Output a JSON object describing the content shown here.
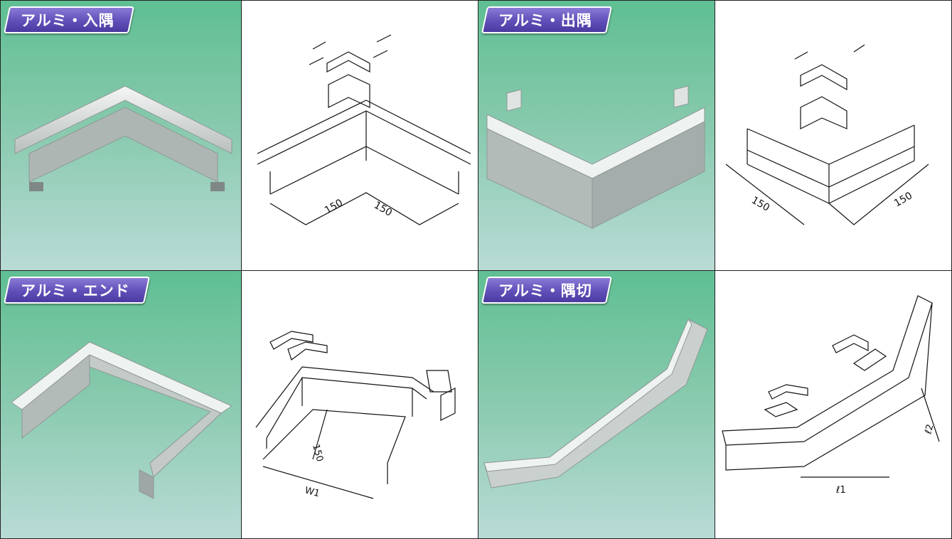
{
  "panels": [
    {
      "label": "アルミ・入隅"
    },
    {
      "label": "アルミ・出隅"
    },
    {
      "label": "アルミ・エンド"
    },
    {
      "label": "アルミ・隅切"
    }
  ],
  "drawings": {
    "inner_corner": {
      "dim_a": "150",
      "dim_b": "150"
    },
    "outer_corner": {
      "dim_a": "150",
      "dim_b": "150"
    },
    "end": {
      "dim_depth": "150",
      "dim_width": "W1"
    },
    "chamfer": {
      "dim_l1": "ℓ1",
      "dim_l2": "ℓ2"
    }
  }
}
